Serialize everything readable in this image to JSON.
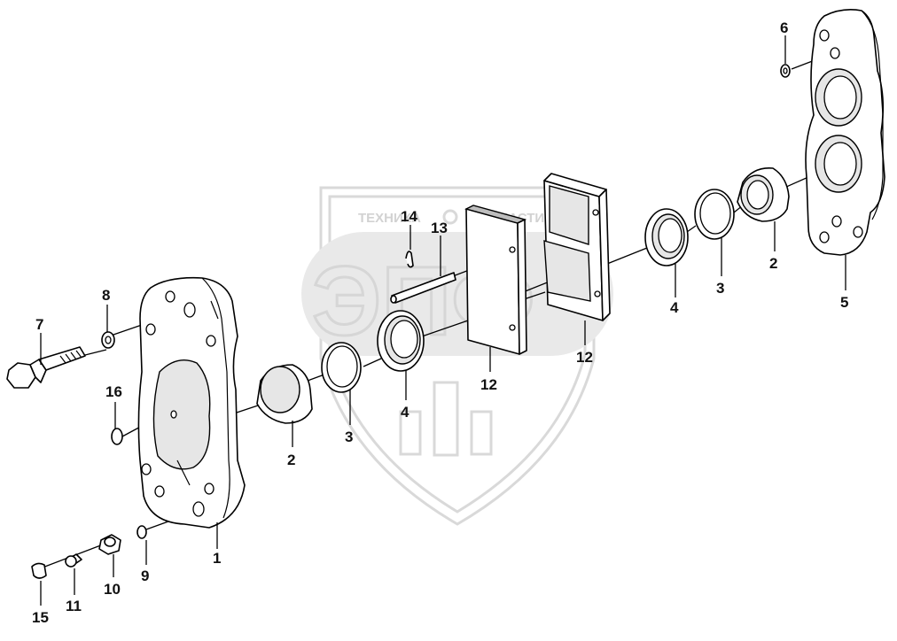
{
  "watermark": {
    "line1_left": "ТЕХНИКА",
    "line1_right": "ЗАПЧАСТИ",
    "big_letters": "ЭПФ"
  },
  "callouts": [
    {
      "id": "c1",
      "label": "1"
    },
    {
      "id": "c2a",
      "label": "2"
    },
    {
      "id": "c2b",
      "label": "2"
    },
    {
      "id": "c3a",
      "label": "3"
    },
    {
      "id": "c3b",
      "label": "3"
    },
    {
      "id": "c4a",
      "label": "4"
    },
    {
      "id": "c4b",
      "label": "4"
    },
    {
      "id": "c5",
      "label": "5"
    },
    {
      "id": "c6",
      "label": "6"
    },
    {
      "id": "c7",
      "label": "7"
    },
    {
      "id": "c8",
      "label": "8"
    },
    {
      "id": "c9",
      "label": "9"
    },
    {
      "id": "c10",
      "label": "10"
    },
    {
      "id": "c11",
      "label": "11"
    },
    {
      "id": "c12a",
      "label": "12"
    },
    {
      "id": "c12b",
      "label": "12"
    },
    {
      "id": "c13",
      "label": "13"
    },
    {
      "id": "c14",
      "label": "14"
    },
    {
      "id": "c15",
      "label": "15"
    },
    {
      "id": "c16",
      "label": "16"
    }
  ]
}
